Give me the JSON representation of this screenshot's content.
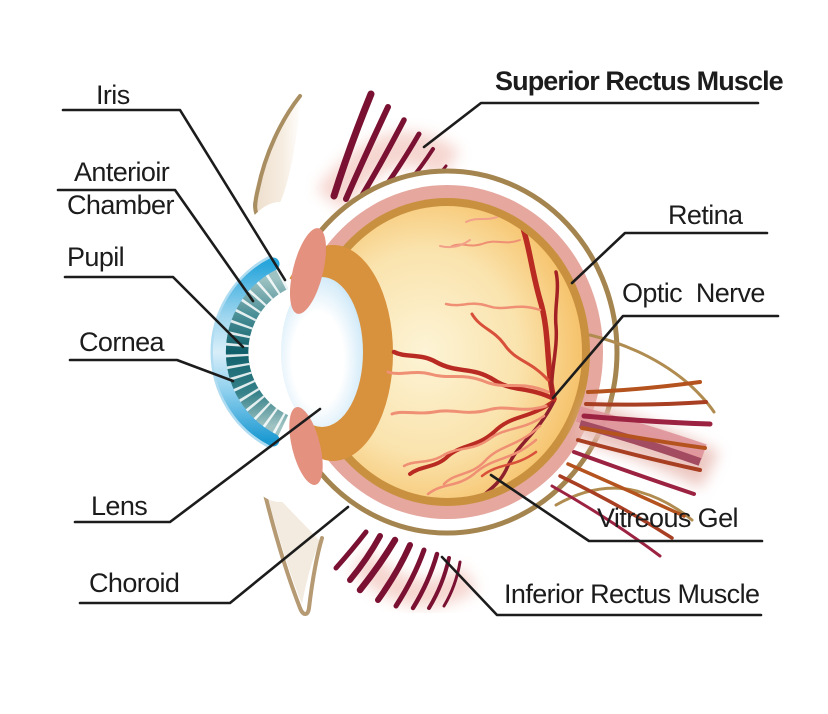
{
  "labels": {
    "iris": "Iris",
    "anterior_chamber_line1": "Anterioir",
    "anterior_chamber_line2": "Chamber",
    "pupil": "Pupil",
    "cornea": "Cornea",
    "lens": "Lens",
    "choroid": "Choroid",
    "superior_rectus_muscle": "Superior Rectus Muscle",
    "retina": "Retina",
    "optic_nerve": "Optic  Nerve",
    "vitreous_gel": "Vitreous Gel",
    "inferior_rectus_muscle": "Inferior Rectus Muscle"
  },
  "colors": {
    "label_text": "#1c1c1c",
    "leader_line": "#1c1c1c",
    "background": "#ffffff",
    "sclera_ring": "#a5854f",
    "choroid_pink": "#e5a79e",
    "choroid_amber": "#c9913f",
    "vitreous_gold": "#f1a443",
    "vitreous_highlight": "#fdf3d4",
    "cornea_blue": "#28a5db",
    "lens_blue": "#8fccf1",
    "iris_teal": "#0f5f6b",
    "muscle_maroon": "#7a1133",
    "muscle_glow_pink": "#f5d2cb",
    "vessel_red": "#b92b22",
    "vessel_light": "#ef8f74",
    "nerve_brown": "#b5531f",
    "nerve_maroon": "#9c2242",
    "ciliary_orange": "#d8913c",
    "ciliary_salmon": "#e49180",
    "lid_tan": "#a98e62"
  }
}
